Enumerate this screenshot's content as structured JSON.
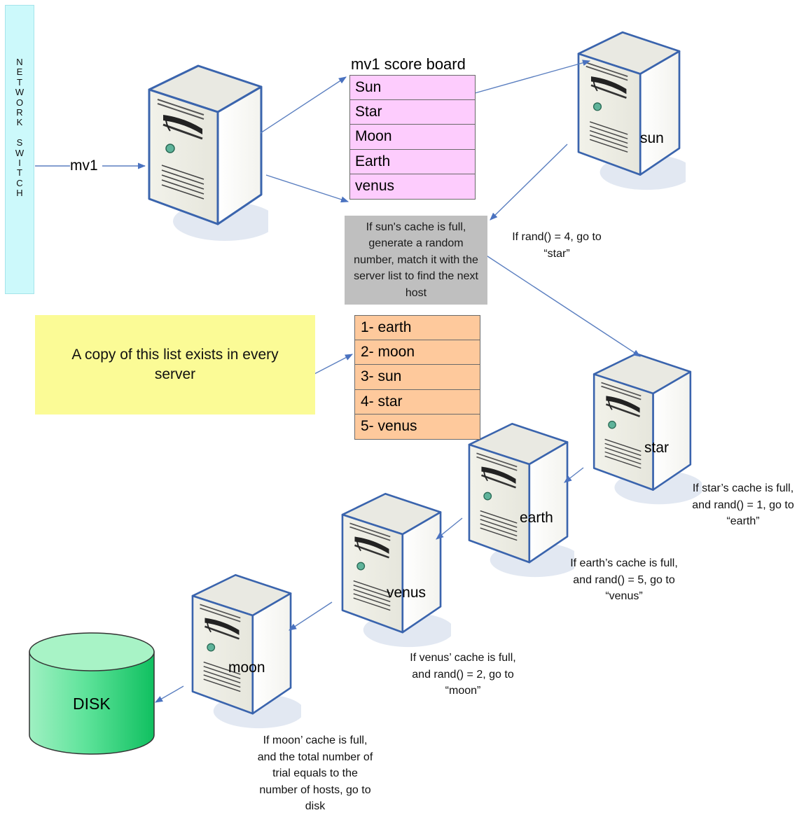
{
  "switch": {
    "label": "NETWORK SWITCH",
    "letters": [
      "N",
      "E",
      "T",
      "W",
      "O",
      "R",
      "K",
      "",
      "S",
      "W",
      "I",
      "T",
      "C",
      "H"
    ]
  },
  "links": {
    "mv1": "mv1"
  },
  "scoreboard": {
    "title": "mv1 score board",
    "entries": [
      "Sun",
      "Star",
      "Moon",
      "Earth",
      "venus"
    ]
  },
  "server_list": {
    "entries": [
      "1- earth",
      "2- moon",
      "3- sun",
      "4- star",
      "5- venus"
    ]
  },
  "callouts": {
    "sun_cache": "If sun's cache is full, generate a random number, match it with the server list to find the next host",
    "copy_note": "A copy of this list exists in every server"
  },
  "notes": {
    "sun_rand": "If rand() = 4, go to\n“star”",
    "star_rand": "If star’s cache is full,\nand rand() = 1, go to\n“earth”",
    "earth_rand": "If earth’s cache is full,\nand rand() = 5,  go to\n“venus”",
    "venus_rand": "If venus’ cache is full,\nand rand() = 2, go to\n“moon”",
    "moon_rand": "If moon’ cache is full,\nand the total number of\ntrial equals to the\nnumber of hosts, go to\ndisk"
  },
  "servers": {
    "sun": "sun",
    "star": "star",
    "earth": "earth",
    "venus": "venus",
    "moon": "moon"
  },
  "disk": {
    "label": "DISK"
  },
  "colors": {
    "switch_bg": "#ccf9fb",
    "scoreboard_bg": "#fdccfd",
    "server_list_bg": "#fec99c",
    "callout_bg": "#bfbfbf",
    "note_bg": "#fbfb96",
    "arrow": "#5b7fc0",
    "disk_green": "#1fc46a"
  }
}
